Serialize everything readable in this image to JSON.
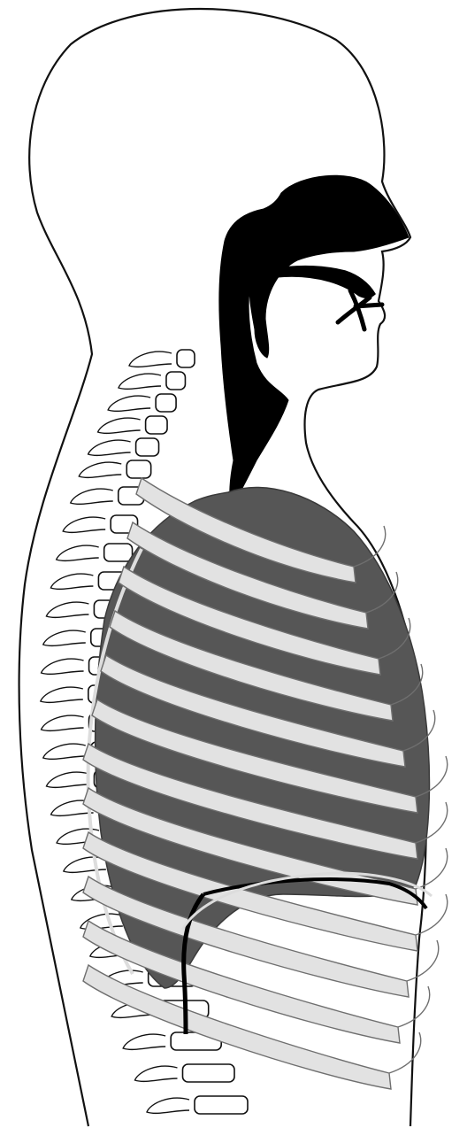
{
  "diagram": {
    "subject": "sagittal-view-human-torso-respiratory-anatomy",
    "parts": [
      {
        "id": "body-outline",
        "kind": "silhouette"
      },
      {
        "id": "airway",
        "kind": "nasal-oral-pharyngeal-trachea"
      },
      {
        "id": "tongue",
        "kind": "soft-tissue"
      },
      {
        "id": "lung",
        "kind": "organ"
      },
      {
        "id": "rib-cage",
        "kind": "bones",
        "rib_count": 12
      },
      {
        "id": "spine",
        "kind": "vertebral-column"
      },
      {
        "id": "diaphragm",
        "kind": "muscle"
      }
    ],
    "colors": {
      "outline": "#111111",
      "airway_fill": "#000000",
      "lung_fill": "#565656",
      "rib_fill": "#e2e2e2",
      "rib_outline": "#6f6f6f",
      "background": "#ffffff"
    }
  }
}
